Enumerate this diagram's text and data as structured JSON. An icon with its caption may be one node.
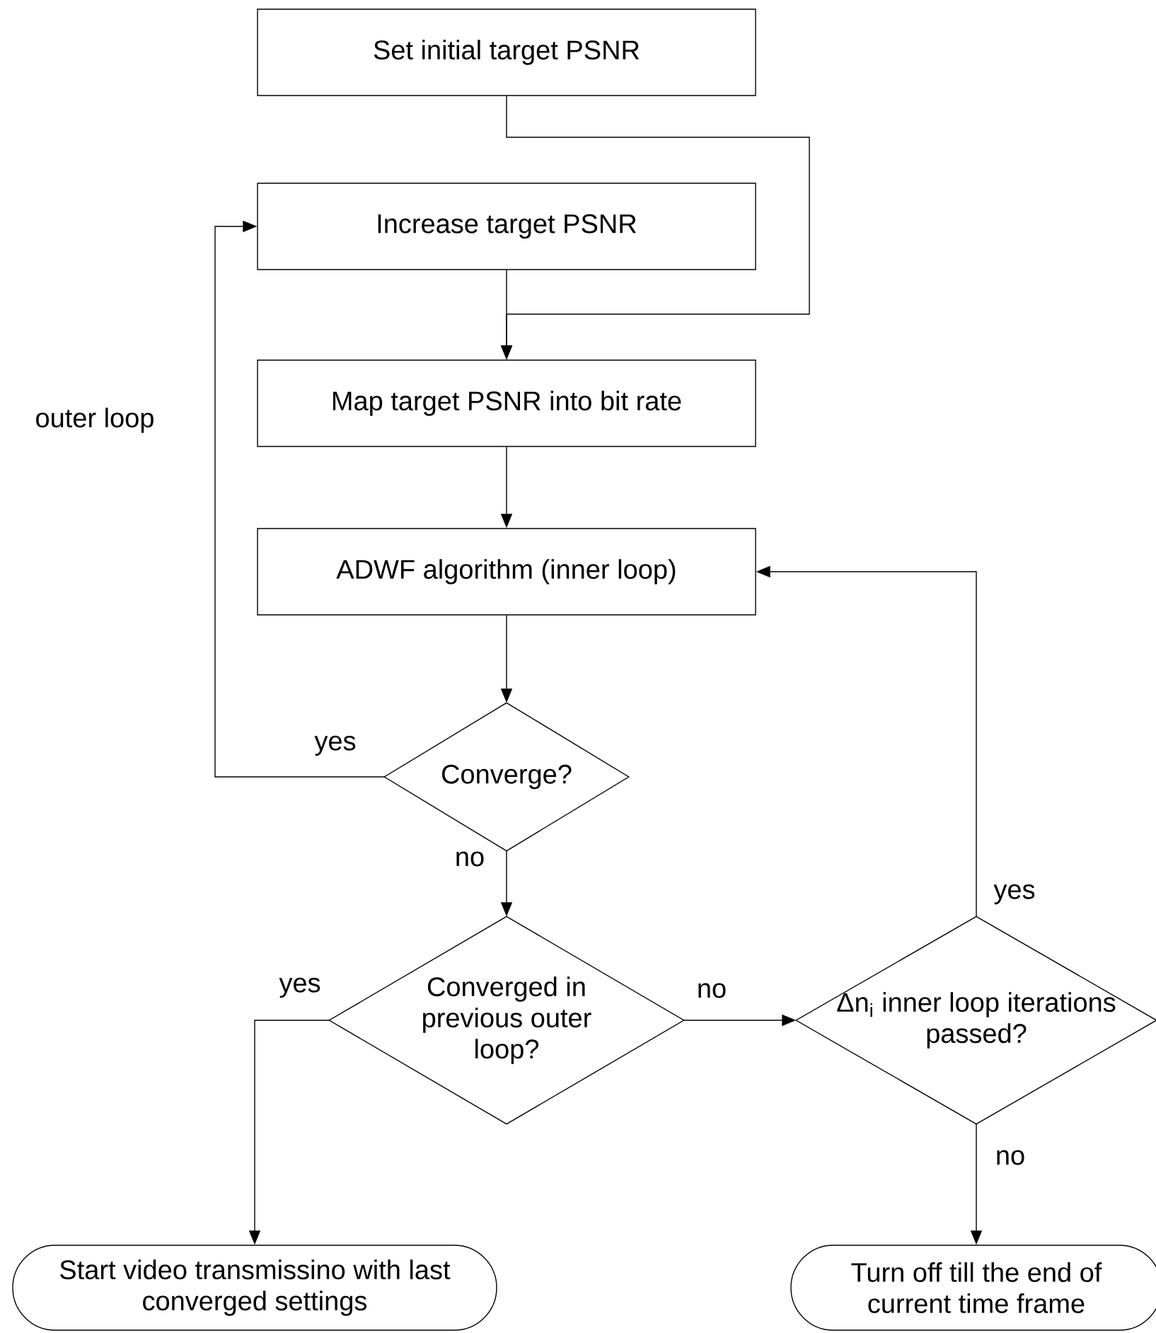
{
  "diagram": {
    "nodes": [
      {
        "text": [
          "Set initial target PSNR"
        ]
      },
      {
        "text": [
          "Increase target PSNR"
        ]
      },
      {
        "text": [
          "Map target PSNR into bit rate"
        ]
      },
      {
        "text": [
          "ADWF algorithm (inner loop)"
        ]
      },
      {
        "text": [
          "Converge?"
        ]
      },
      {
        "text": [
          "Converged in previous outer loop?"
        ]
      },
      {
        "text": [
          "Δn$_{i}$ inner loop iterations passed?"
        ]
      },
      {
        "text": [
          "Start video transmissino with last converged settings"
        ]
      },
      {
        "text": [
          "Turn off till the end of current time frame"
        ]
      }
    ],
    "edges": [
      {
        "from": 0,
        "to": 2,
        "arrow": "to"
      },
      {
        "from": 1,
        "to": 2,
        "arrow": "to"
      },
      {
        "from": 2,
        "to": 3,
        "arrow": "to"
      },
      {
        "from": 3,
        "to": 4,
        "arrow": "to"
      },
      {
        "from": 4,
        "to": 1,
        "arrow": "to",
        "label": "yes"
      },
      {
        "from": 4,
        "to": 5,
        "arrow": "to",
        "label": "no"
      },
      {
        "from": 5,
        "to": 7,
        "arrow": "to",
        "label": "yes"
      },
      {
        "from": 5,
        "to": 6,
        "arrow": "to",
        "label": "no"
      },
      {
        "from": 6,
        "to": 3,
        "arrow": "to",
        "label": "yes"
      },
      {
        "from": 6,
        "to": 8,
        "arrow": "to",
        "label": "no"
      }
    ],
    "labels": [
      "outer loop"
    ]
  }
}
